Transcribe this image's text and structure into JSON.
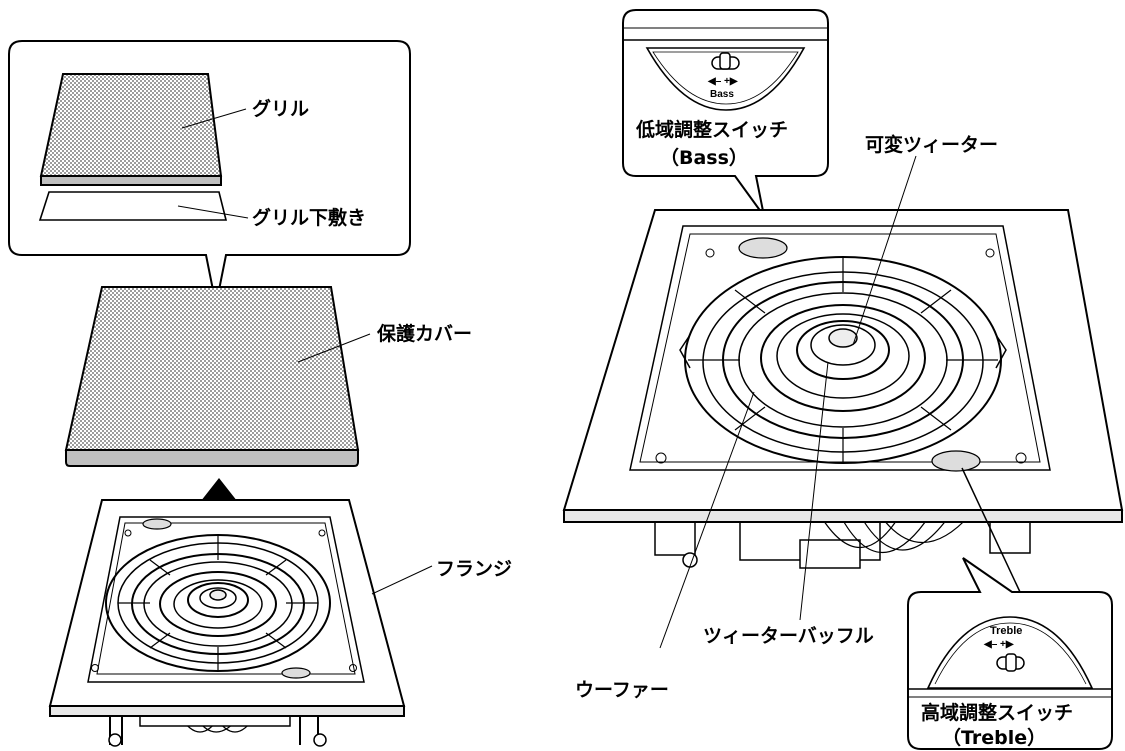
{
  "labels": {
    "grille": "グリル",
    "grille_underlay": "グリル下敷き",
    "protective_cover": "保護カバー",
    "flange": "フランジ",
    "bass_switch_title": "低域調整スイッチ",
    "bass_switch_sub": "（Bass）",
    "variable_tweeter": "可変ツィーター",
    "tweeter_baffle": "ツィーターバッフル",
    "woofer": "ウーファー",
    "treble_switch_title": "高域調整スイッチ",
    "treble_switch_sub": "（Treble）"
  },
  "switch_marks": {
    "bass": "Bass",
    "treble": "Treble",
    "minus_plus": "◀–  +▶"
  }
}
